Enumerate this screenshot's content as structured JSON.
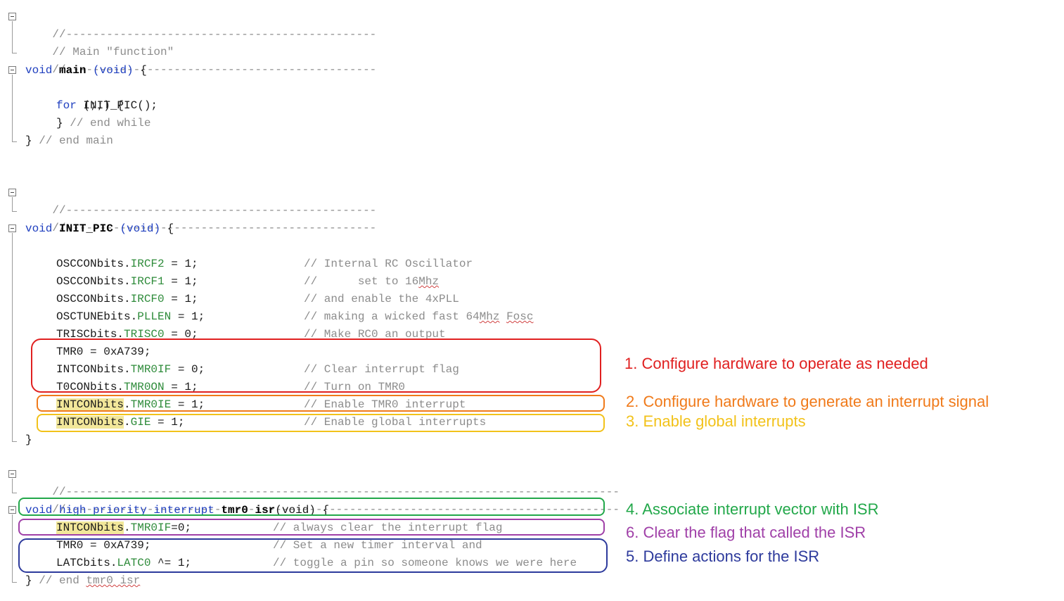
{
  "colors": {
    "keyword": "#1f3fbf",
    "comment": "#8c8c8c",
    "field": "#2e8b3a",
    "highlight": "#f2e79a",
    "annotation_red": "#e02020",
    "annotation_orange": "#f07a1a",
    "annotation_yellow": "#f2c21a",
    "annotation_green": "#22a84a",
    "annotation_purple": "#a040a8",
    "annotation_blue": "#2d3a9c"
  },
  "icons": [
    "fold-collapse-icon"
  ],
  "code": {
    "main_sep_top": "//----------------------------------------------",
    "main_comment": "// Main \"function\"",
    "main_sep_bottom": "//----------------------------------------------",
    "main_kw_void": "void",
    "main_name": "main",
    "main_params": "(void)",
    "main_brace": "{",
    "init_call": "INIT_PIC();",
    "for_kw": "for",
    "for_rest": "(;;) {",
    "end_while_brace": "}",
    "end_while_comment": "// end while",
    "end_main_brace": "}",
    "end_main_comment": "// end main",
    "init_sep_top": "//----------------------------------------------",
    "init_sep_bottom": "//----------------------------------------------",
    "init_kw_void": "void",
    "init_name": "INIT_PIC",
    "init_params": "(void)",
    "init_brace": "{",
    "l1_obj": "OSCCONbits.",
    "l1_fld": "IRCF2",
    "l1_val": " = 1;",
    "l1_cmt": "// Internal RC Oscillator",
    "l2_obj": "OSCCONbits.",
    "l2_fld": "IRCF1",
    "l2_val": " = 1;",
    "l2_cmt_a": "//      set to 16",
    "l2_cmt_b": "Mhz",
    "l3_obj": "OSCCONbits.",
    "l3_fld": "IRCF0",
    "l3_val": " = 1;",
    "l3_cmt": "// and enable the 4xPLL",
    "l4_obj": "OSCTUNEbits.",
    "l4_fld": "PLLEN",
    "l4_val": " = 1;",
    "l4_cmt_a": "// making a wicked fast 64",
    "l4_cmt_b": "Mhz",
    "l4_cmt_c": " ",
    "l4_cmt_d": "Fosc",
    "l5_obj": "TRISCbits.",
    "l5_fld": "TRISC0",
    "l5_val": " = 0;",
    "l5_cmt": "// Make RC0 an output",
    "l6_text": "TMR0 = 0xA739;",
    "l7_obj": "INTCONbits.",
    "l7_fld": "TMR0IF",
    "l7_val": " = 0;",
    "l7_cmt": "// Clear interrupt flag",
    "l8_obj": "T0CONbits.",
    "l8_fld": "TMR0ON",
    "l8_val": " = 1;",
    "l8_cmt": "// Turn on TMR0",
    "l9_obj": "INTCONbits",
    "l9_dot": ".",
    "l9_fld": "TMR0IE",
    "l9_val": " = 1;",
    "l9_cmt": "// Enable TMR0 interrupt",
    "l10_obj": "INTCONbits",
    "l10_dot": ".",
    "l10_fld": "GIE",
    "l10_val": " = 1;",
    "l10_cmt": "// Enable global interrupts",
    "init_end_brace": "}",
    "isr_sep_top": "//----------------------------------------------------------------------------------",
    "isr_sep_bottom": "//----------------------------------------------------------------------------------",
    "isr_kw": "void high priority interrupt",
    "isr_name_a": "tmr0",
    "isr_name_b": "isr",
    "isr_params": "(void) {",
    "isr_l1_obj": "INTCONbits",
    "isr_l1_dot": ".",
    "isr_l1_fld": "TMR0IF",
    "isr_l1_val": "=0;",
    "isr_l1_cmt": "// always clear the interrupt flag",
    "isr_l2_text": "TMR0 = 0xA739;",
    "isr_l2_cmt": "// Set a new timer interval and",
    "isr_l3_obj": "LATCbits.",
    "isr_l3_fld": "LATC0",
    "isr_l3_val": " ^= 1;",
    "isr_l3_cmt": "// toggle a pin so someone knows we were here",
    "isr_end_brace": "}",
    "isr_end_cmt_a": "// end ",
    "isr_end_cmt_b": "tmr0 isr"
  },
  "annotations": {
    "a1": "1. Configure hardware to operate as needed",
    "a2": "2. Configure hardware to generate an interrupt signal",
    "a3": "3. Enable global interrupts",
    "a4": "4. Associate interrupt vector with ISR",
    "a6": "6. Clear the flag that called the ISR",
    "a5": "5. Define actions for the ISR"
  }
}
